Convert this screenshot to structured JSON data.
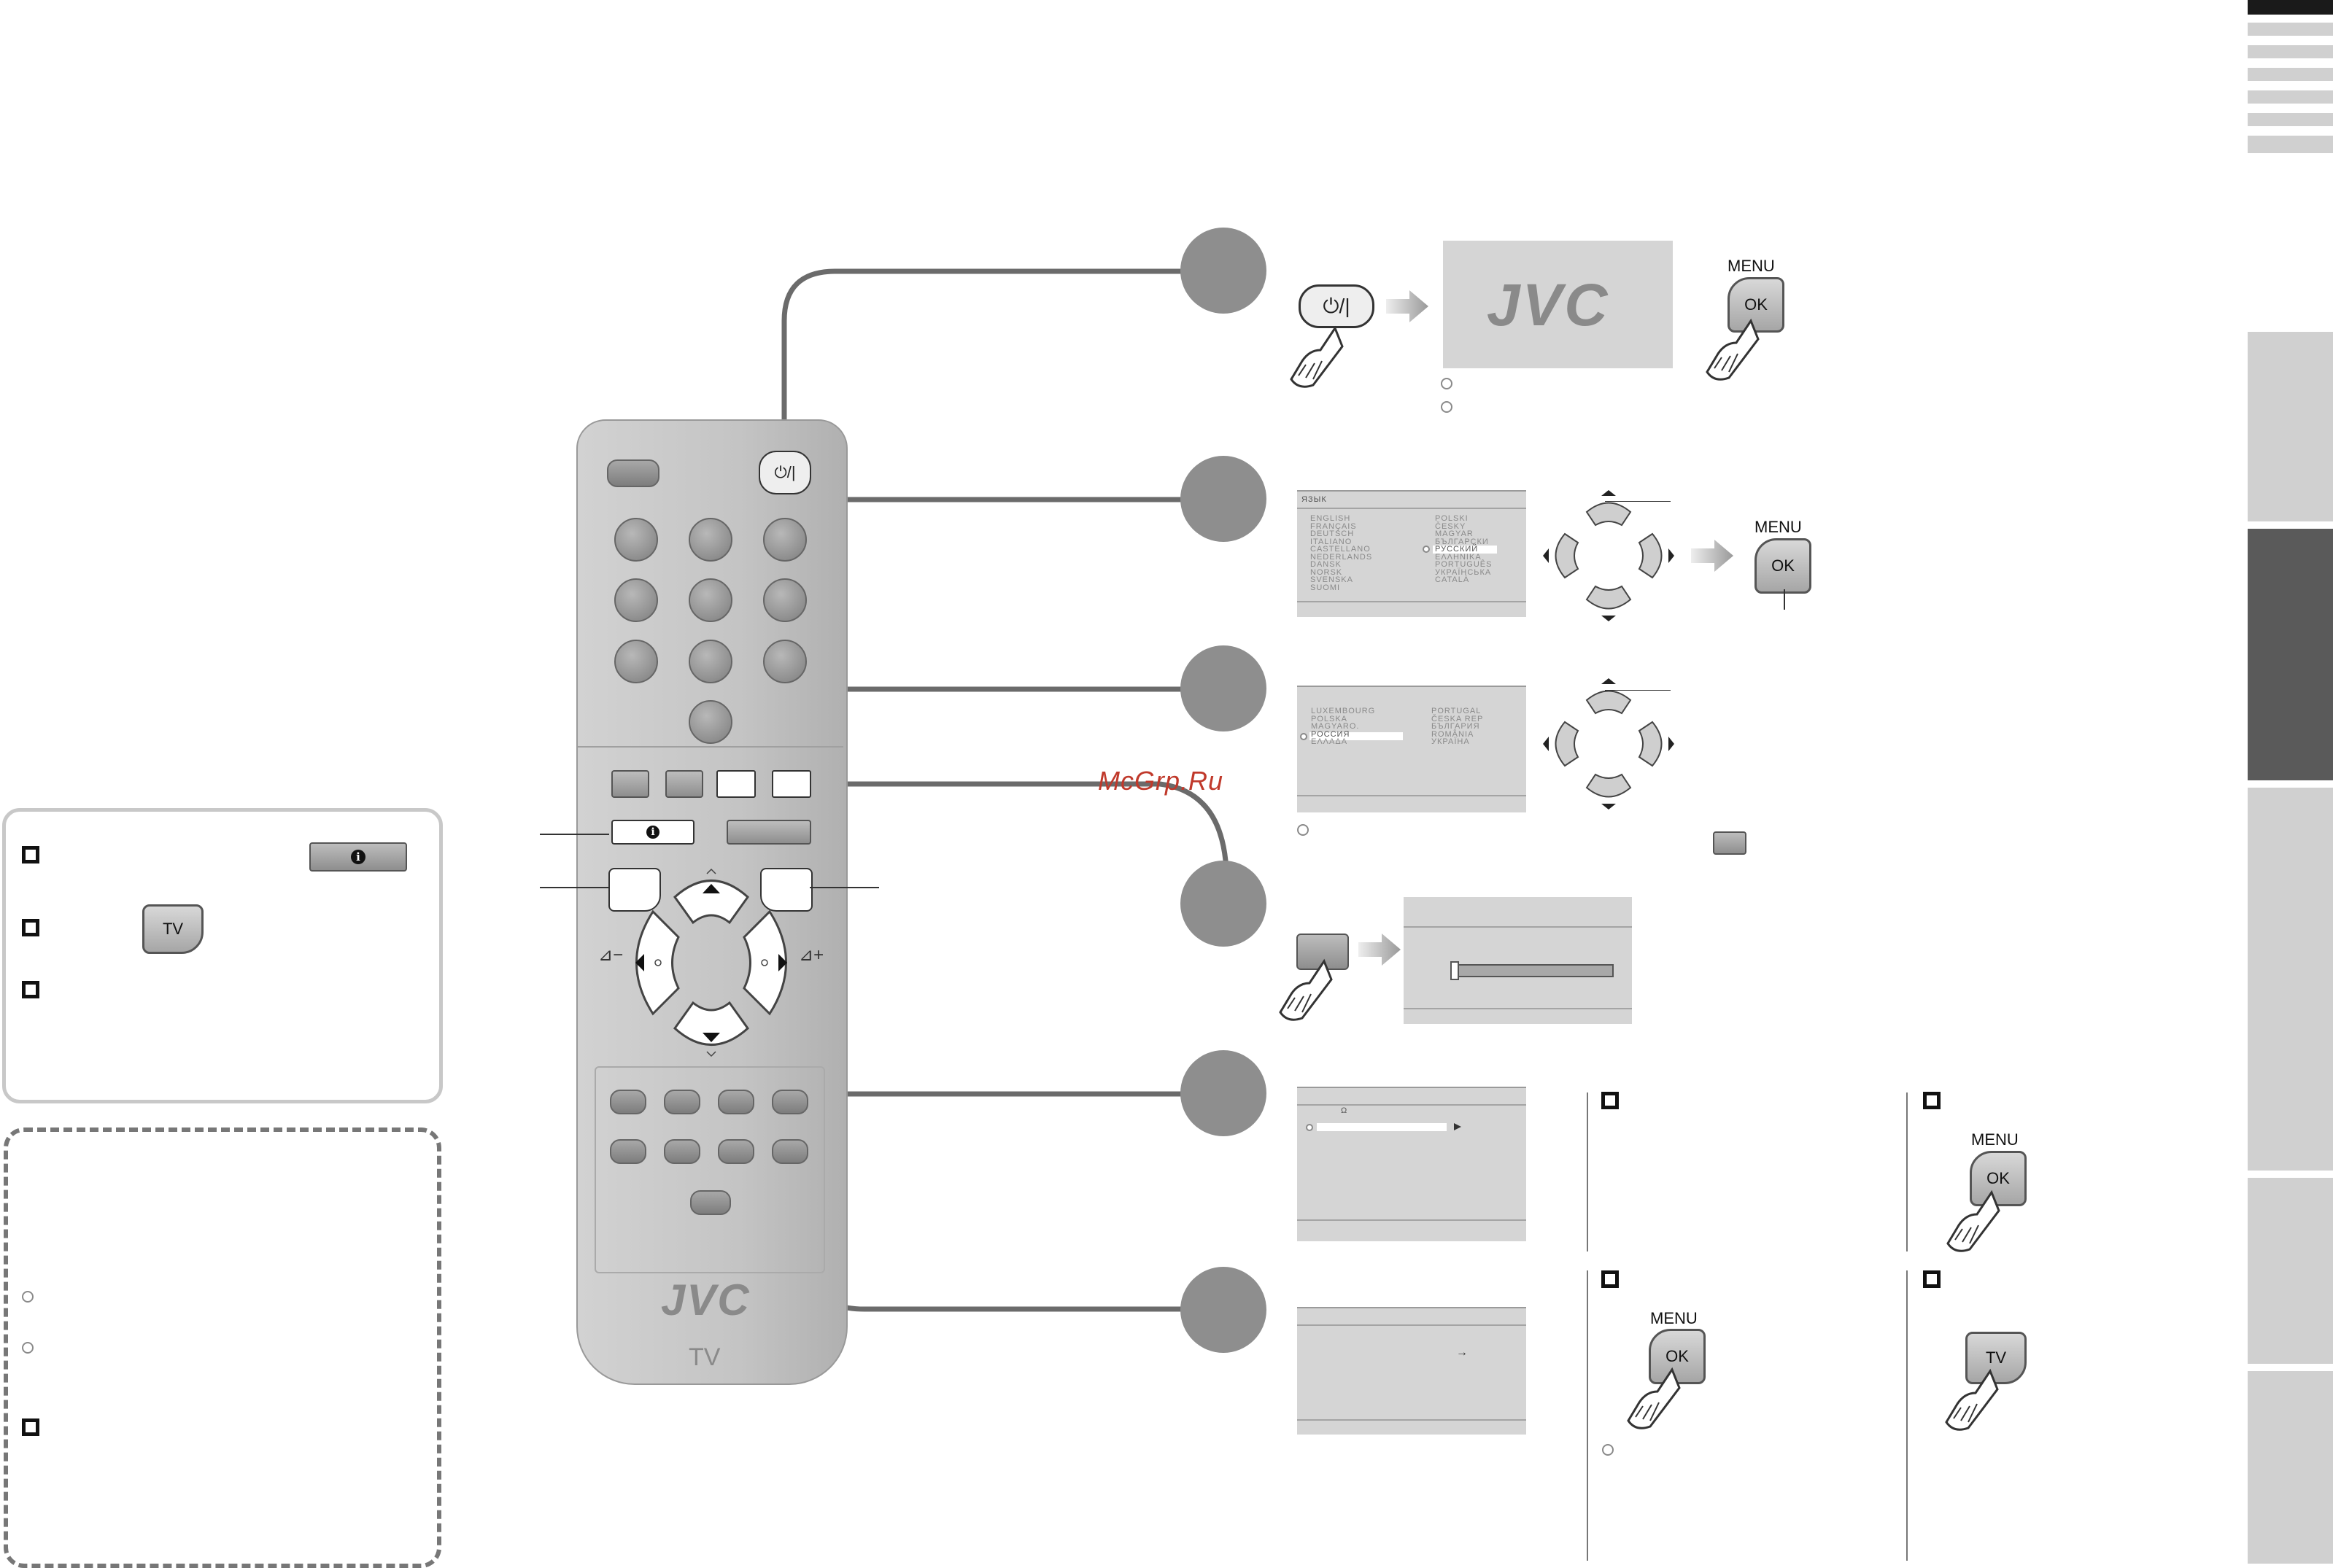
{
  "watermark": "McGrp.Ru",
  "brand": {
    "logo": "JVC",
    "remote_model": "TV"
  },
  "remote": {
    "power_label": "⏻/|",
    "info_icon": "info-icon",
    "vol_minus": "⊿−",
    "vol_plus": "⊿+"
  },
  "steps": {
    "power": {
      "power_label": "⏻/|",
      "splash_logo": "JVC",
      "menu_label": "MENU",
      "ok_label": "OK"
    },
    "language": {
      "title": "ЯЗЫК",
      "col1": [
        "ENGLISH",
        "FRANÇAIS",
        "DEUTSCH",
        "ITALIANO",
        "CASTELLANO",
        "NEDERLANDS",
        "DANSK",
        "NORSK",
        "SVENSKA",
        "SUOMI"
      ],
      "col2": [
        "POLSKI",
        "ČESKY",
        "MAGYAR",
        "БЪЛГАРСКИ",
        "РУССКИЙ",
        "ΕΛΛΗΝΙΚΑ",
        "PORTUGUÊS",
        "УКРАЇНСЬКА",
        "CATALÀ"
      ],
      "selected": "РУССКИЙ",
      "menu_label": "MENU",
      "ok_label": "OK"
    },
    "country": {
      "col1": [
        "LUXEMBOURG",
        "POLSKA",
        "MAGYARO.",
        "РОССИЯ",
        "ΕΛΛΑΔΑ"
      ],
      "col2": [
        "PORTUGAL",
        "ČESKA REP",
        "БЪЛГАРИЯ",
        "ROMÂNIA",
        "УКРАЇНА"
      ],
      "selected": "РОССИЯ"
    },
    "result": {
      "item": "Ω"
    },
    "final": {
      "arrow": "→",
      "menu_label": "MENU",
      "ok_label": "OK",
      "tv_label": "TV"
    }
  },
  "tips_box": {
    "tv_label": "TV"
  }
}
